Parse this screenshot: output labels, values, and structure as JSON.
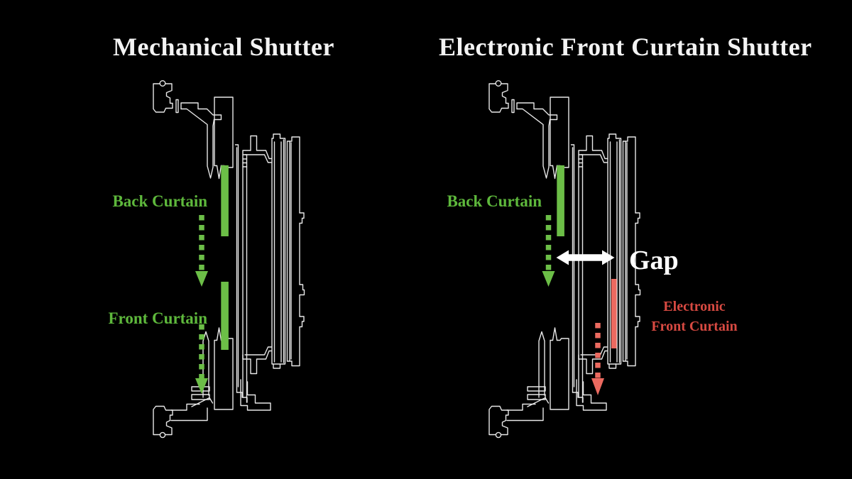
{
  "colors": {
    "background": "#000000",
    "line_color": "#e8e8e8",
    "title_color": "#f3f3f3",
    "green_bar": "#6cbe47",
    "green_text": "#5eb83c",
    "red_bar": "#ec6a60",
    "red_text": "#d84a42",
    "white": "#ffffff"
  },
  "panels": {
    "left": {
      "title": "Mechanical Shutter",
      "back_curtain_label": "Back Curtain",
      "front_curtain_label": "Front Curtain"
    },
    "right": {
      "title": "Electronic Front Curtain Shutter",
      "back_curtain_label": "Back Curtain",
      "gap_label": "Gap",
      "efc_label_line1": "Electronic",
      "efc_label_line2": "Front Curtain"
    }
  }
}
